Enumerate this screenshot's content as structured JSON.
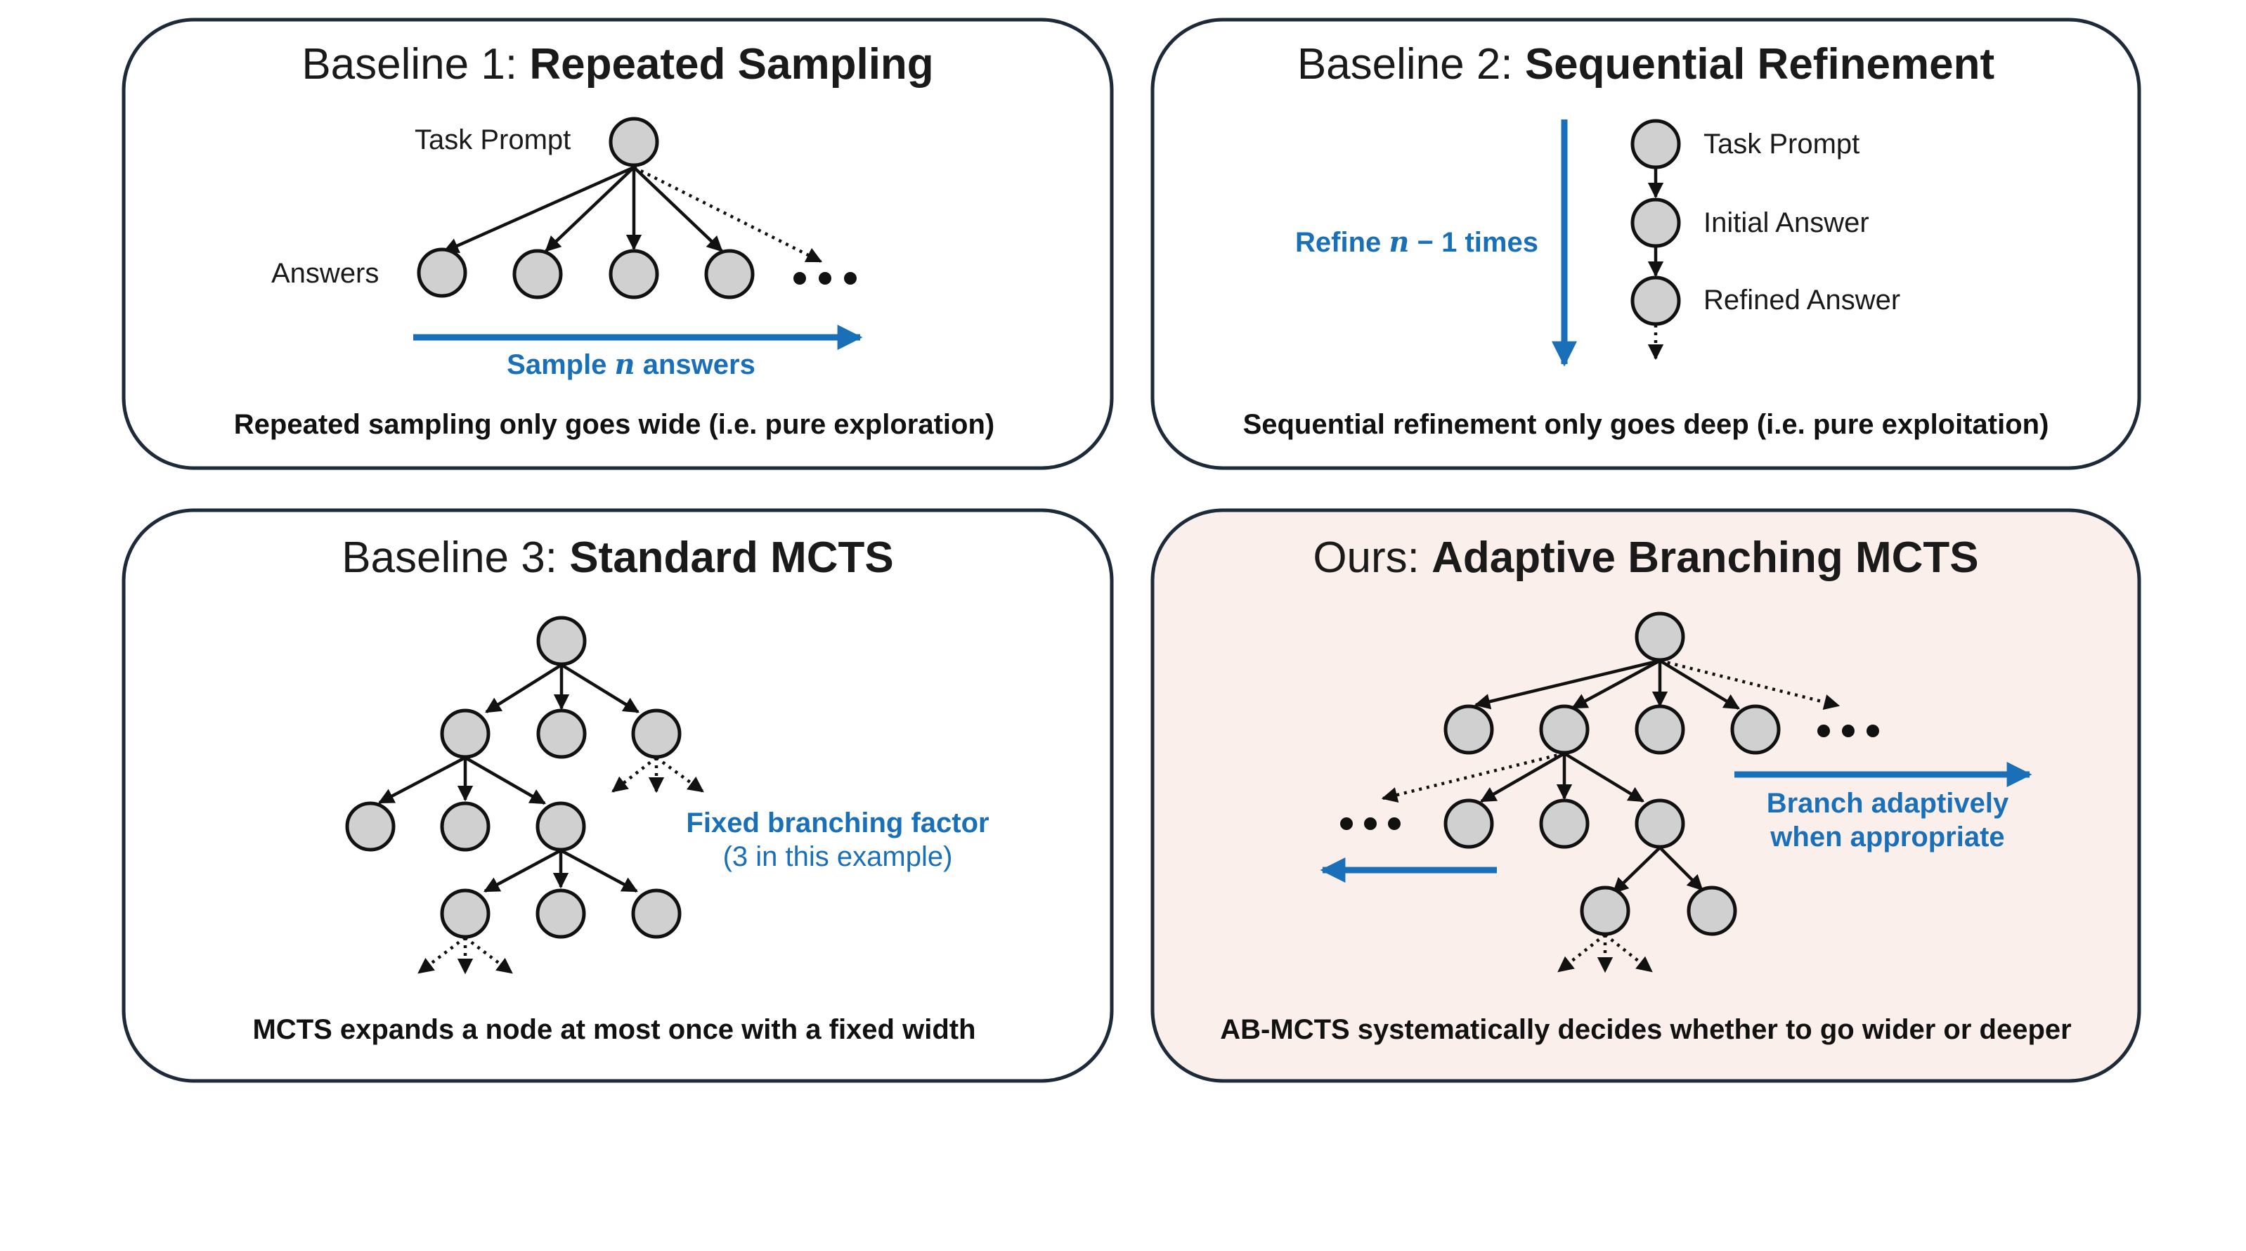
{
  "colors": {
    "accent": "#1a70b8",
    "node_fill": "#d0d0d0",
    "panel_border": "#1c2a3a",
    "ours_bg": "#fbefeb"
  },
  "panels": {
    "p1": {
      "title_prefix": "Baseline 1: ",
      "title_bold": "Repeated Sampling",
      "label_prompt": "Task Prompt",
      "label_answers": "Answers",
      "arrow_label_pre": "Sample ",
      "arrow_label_var": "n",
      "arrow_label_post": " answers",
      "caption": "Repeated sampling only goes wide (i.e. pure exploration)"
    },
    "p2": {
      "title_prefix": "Baseline 2: ",
      "title_bold": "Sequential Refinement",
      "arrow_label_pre": "Refine ",
      "arrow_label_var": "n",
      "arrow_label_post": " − 1 times",
      "label_prompt": "Task Prompt",
      "label_initial": "Initial Answer",
      "label_refined": "Refined Answer",
      "caption": "Sequential refinement only goes deep (i.e. pure exploitation)"
    },
    "p3": {
      "title_prefix": "Baseline 3: ",
      "title_bold": "Standard MCTS",
      "note_bold": "Fixed branching factor",
      "note_light": "(3 in this example)",
      "caption": "MCTS expands a node at most once with a fixed width"
    },
    "p4": {
      "title_prefix": "Ours: ",
      "title_bold": "Adaptive Branching MCTS",
      "note_line1": "Branch adaptively",
      "note_line2": "when appropriate",
      "caption": "AB-MCTS systematically decides whether to go wider or deeper"
    }
  }
}
